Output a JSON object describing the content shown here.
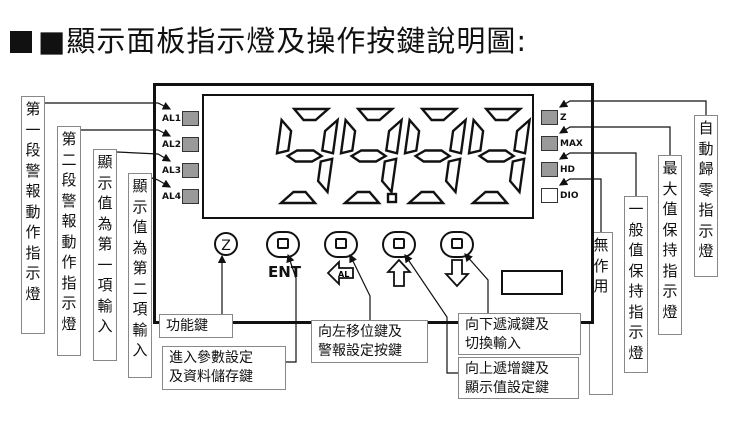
{
  "title": "■顯示面板指示燈及操作按鍵說明圖:",
  "display": {
    "value": "999.9"
  },
  "left_indicators": [
    "AL1",
    "AL2",
    "AL3",
    "AL4"
  ],
  "right_indicators": [
    "Z",
    "MAX",
    "HD",
    "DIO"
  ],
  "left_labels": [
    "第一段警報動作指示燈",
    "第二段警報動作指示燈",
    "顯示值為第一項輸入",
    "顯示值為第二項輸入"
  ],
  "right_labels": [
    "自動歸零指示燈",
    "最大值保持指示燈",
    "一般值保持指示燈",
    "無作用"
  ],
  "buttons": {
    "z": "Z",
    "ent": "ENT",
    "al": "AL"
  },
  "callouts": {
    "function_key": "功能鍵",
    "enter_line1": "進入參數設定",
    "enter_line2": "及資料儲存鍵",
    "left_line1": "向左移位鍵及",
    "left_line2": "警報設定按鍵",
    "down_line1": "向下遞減鍵及",
    "down_line2": "切換輸入",
    "up_line1": "向上遞增鍵及",
    "up_line2": "顯示值設定鍵"
  }
}
